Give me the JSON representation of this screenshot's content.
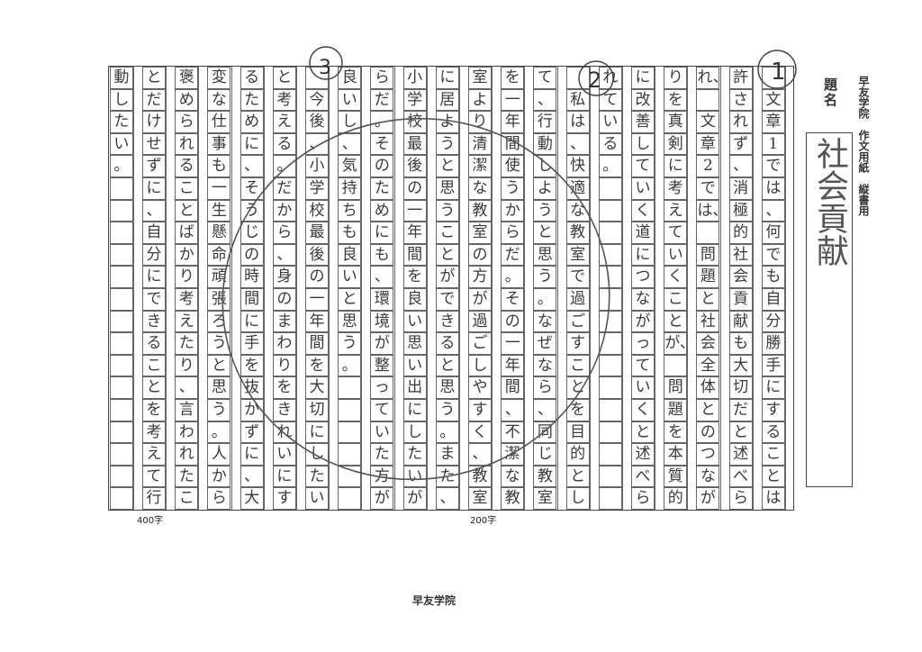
{
  "header": {
    "school": "早友学院",
    "paper_type": "作文用紙",
    "orientation": "縦書用"
  },
  "title_label": "題名",
  "title": "社会貢献",
  "paragraph_marks": [
    "1",
    "2",
    "3"
  ],
  "char_counts": {
    "c200": "200字",
    "c400": "400字"
  },
  "footer": "早友学院",
  "columns": [
    "　 文 章 1 で は 、 何 で も 自 分 勝 手 に す る こ と は",
    "許 さ れ ず 、 消 極 的 社 会 貢 献 も 大 切 だ と 述 べ ら",
    "れ、 　 文 章 2 で は、 　 問 題 と 社 会 全 体 と の つ な が",
    "り を 真 剣 に 考 え て い く こ と が、 　 問 題 を 本 質 的",
    "に 改 善 し て い く 道 に つ な が っ て い く と 述 べ ら",
    "れ て い る 。",
    "　 私 は 、 快 適 な 教 室 で 過 ご す こ と を 目 的 と し",
    "て 、 行 動 し よ う と 思 う 。 な ぜ な ら 、 同 じ 教 室",
    "を 一 年 間 使 う か ら だ 。 そ の 一 年 間 、 不 潔 な 教",
    "室 よ り 清 潔 な 教 室 の 方 が 過 ご し や す く 、 教 室",
    "に 居 よ う と 思 う こ と が で き る と 思 う 。 ま た 、",
    "小 学 校 最 後 の 一 年 間 を 良 い 思 い 出 に し た い が",
    "ら だ 。 そ の た め に も 、 環 境 が 整 っ て い た 方 が",
    "良 い し 、 気 持 ち も 良 い と 思 う 。",
    "　 今 後 、 小 学 校 最 後 の 一 年 間 を 大 切 に し た い",
    "と 考 え る 。 だ か ら 、 身 の ま わ り を き れ い に す",
    "る た め に 、 そ う じ の 時 間 に 手 を 抜 か ず に 、 大",
    "変 な 仕 事 も 一 生 懸 命 頑 張 ろ う と 思 う 。 人 か ら",
    "褒 め ら れ る こ と ば か り 考 え た り 、 言 わ れ た こ",
    "と だ け せ ず に 、 自 分 に で き る こ と を 考 え て 行",
    "動 し た い 。"
  ],
  "colors": {
    "ink": "#3a3a3a",
    "grid": "#666666",
    "pencil": "#555555"
  }
}
